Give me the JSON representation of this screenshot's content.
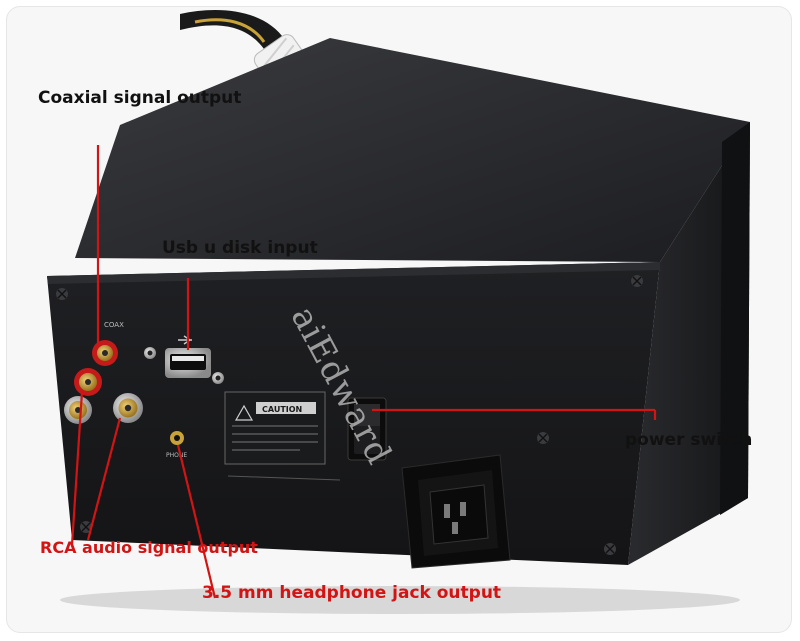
{
  "annotations": {
    "coaxial": "Coaxial signal output",
    "usb": "Usb u disk input",
    "power": "power switch",
    "rca": "RCA audio signal output",
    "headphone": "3.5 mm headphone jack output"
  },
  "panel": {
    "coax_label": "COAX",
    "caution_label": "CAUTION",
    "phone_label": "PHONE"
  },
  "watermark": "aiEdward",
  "colors": {
    "annotation_red": "#d21414",
    "device_body": "#1b1c1f",
    "rca_gold": "#c9a23a"
  }
}
